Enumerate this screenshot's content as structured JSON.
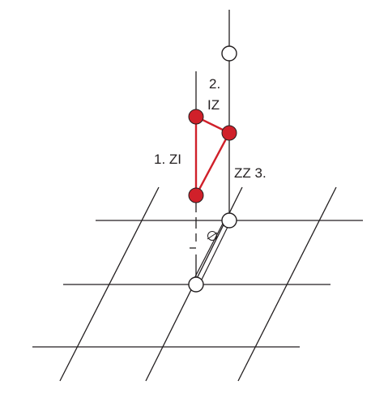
{
  "diagram": {
    "colors": {
      "line": "#231f20",
      "node_red": "#d0202a",
      "node_white": "#ffffff",
      "edge_red": "#d0202a"
    },
    "labels": {
      "step2_num": "2.",
      "step2_code": "IZ",
      "step1": "1. ZI",
      "step3": "ZZ 3.",
      "angle_symbol": "θ"
    },
    "nodes": [
      {
        "id": "top-open-node",
        "style": "open"
      },
      {
        "id": "red-node-1",
        "style": "filled"
      },
      {
        "id": "red-node-2",
        "style": "filled"
      },
      {
        "id": "red-node-3",
        "style": "filled"
      },
      {
        "id": "lattice-node-upper",
        "style": "open"
      },
      {
        "id": "lattice-node-lower",
        "style": "open"
      }
    ]
  }
}
